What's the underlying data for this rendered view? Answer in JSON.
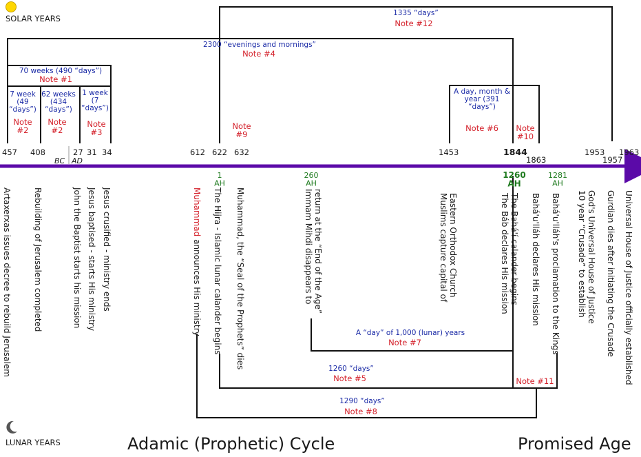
{
  "colors": {
    "axis": "#5b0aa8",
    "blue": "#1a2aa6",
    "red": "#d4202a",
    "green": "#1e7a1e",
    "sun": "#ffd700"
  },
  "icons": {
    "sun": "sun-icon",
    "moon": "crescent-moon-icon"
  },
  "labels": {
    "solar_years": "SOLAR YEARS",
    "lunar_years": "LUNAR YEARS",
    "bc": "BC",
    "ad": "AD",
    "cycle_left": "Adamic (Prophetic) Cycle",
    "cycle_right": "Promised Age"
  },
  "years": [
    "457",
    "408",
    "27",
    "31",
    "34",
    "612",
    "622",
    "632",
    "1453",
    "1844",
    "1863",
    "1953",
    "1957",
    "1963"
  ],
  "ah": {
    "y1": [
      "1",
      "AH"
    ],
    "y260": [
      "260",
      "AH"
    ],
    "y1260": [
      "1260",
      "AH"
    ],
    "y1281": [
      "1281",
      "AH"
    ]
  },
  "periods": {
    "p1335": [
      "1335 “days”"
    ],
    "n12": "Note #12",
    "p2300": [
      "2300 “evenings and mornings”"
    ],
    "n4": "Note #4",
    "p70": [
      "70 weeks (490 “days”)"
    ],
    "n1": "Note #1",
    "p7": [
      "7 week",
      "(49",
      "“days”)"
    ],
    "n2a": [
      "Note",
      "#2"
    ],
    "p62": [
      "62 weeks",
      "(434",
      "“days”)"
    ],
    "n2b": [
      "Note",
      "#2"
    ],
    "p1w": [
      "1 week",
      "(7",
      "“days”)"
    ],
    "n3": [
      "Note",
      "#3"
    ],
    "n9": [
      "Note",
      "#9"
    ],
    "pday": [
      "A day, month &",
      "year (391",
      "“days”)"
    ],
    "n6": "Note #6",
    "n10": [
      "Note",
      "#10"
    ],
    "p1000": [
      "A “day” of 1,000 (lunar) years"
    ],
    "n7": "Note #7",
    "p1260": [
      "1260 “days”"
    ],
    "n5": "Note #5",
    "n11": "Note #11",
    "p1290": [
      "1290 “days”"
    ],
    "n8": "Note #8"
  },
  "events": {
    "e1": "Artaxerxas issues decree to rebuild Jerusalem",
    "e2": "Rebuilding of Jerusalem completed",
    "e3": "John the Baptist starts his mission",
    "e4": "Jesus baptised - starts His ministry",
    "e5": "Jesus crusified - ministry ends",
    "e6a": "Muhammad",
    "e6b": " announces His ministry",
    "e7": "The Hijra - Islamic lunar calander begins",
    "e8": "Muhammad, the “Seal of the Prophets” dies",
    "e9": [
      "Immam Mihdi disappears to",
      "return at the “End of the Age”"
    ],
    "e10": [
      "Muslims capture capital of",
      "Eastern Orthodox Church"
    ],
    "e11": [
      "The Báb declares His mission",
      "The Bahá'í calander begins"
    ],
    "e12": "Bahá'u'lláh declares His mission",
    "e13": "Bahá'u'lláh's proclamation to the Kings",
    "e14": [
      "10 year “Crusade” to establish",
      "God's Universal House of Justice"
    ],
    "e15": "Gurdian dies after initiating the Crusade",
    "e16": "Universal House of Justice officially established"
  }
}
